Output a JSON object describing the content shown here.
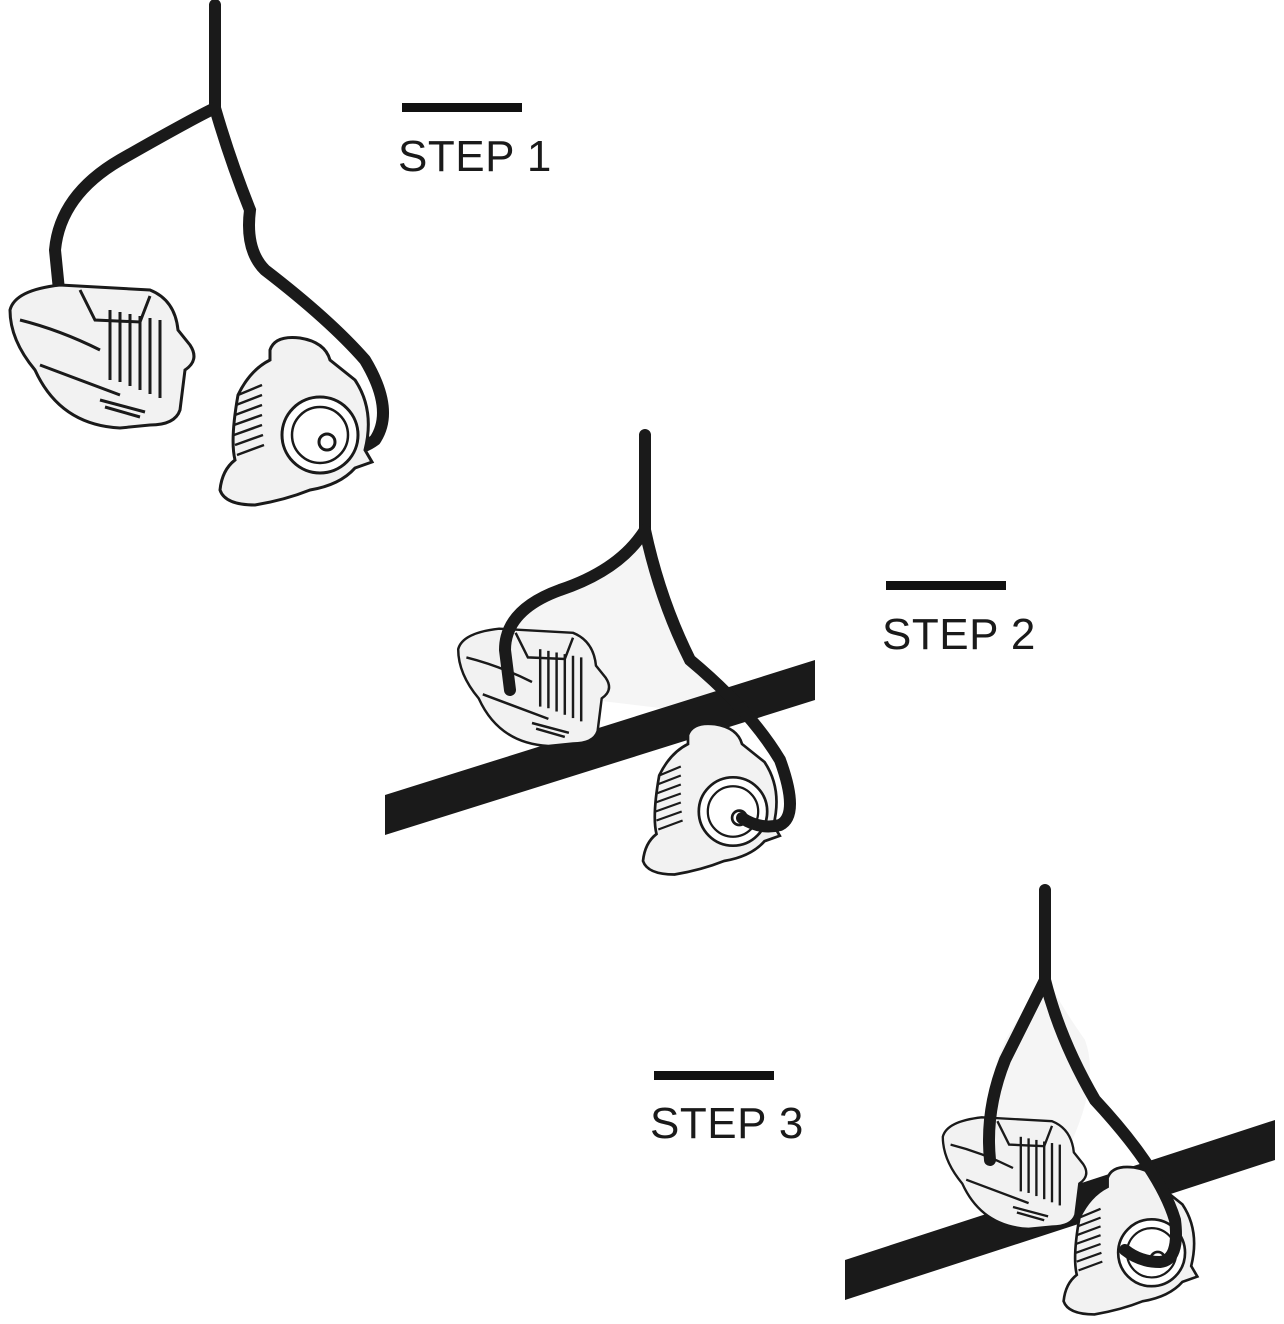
{
  "steps": [
    {
      "label": "STEP 1"
    },
    {
      "label": "STEP 2"
    },
    {
      "label": "STEP 3"
    }
  ],
  "colors": {
    "ink": "#111111",
    "part_fill": "#f2f2f2",
    "loop_fill": "#f5f5f5",
    "background": "#ffffff"
  },
  "icons": [
    "cord-loop",
    "cord-lock-barrel",
    "cord-lock-knob",
    "pole"
  ]
}
